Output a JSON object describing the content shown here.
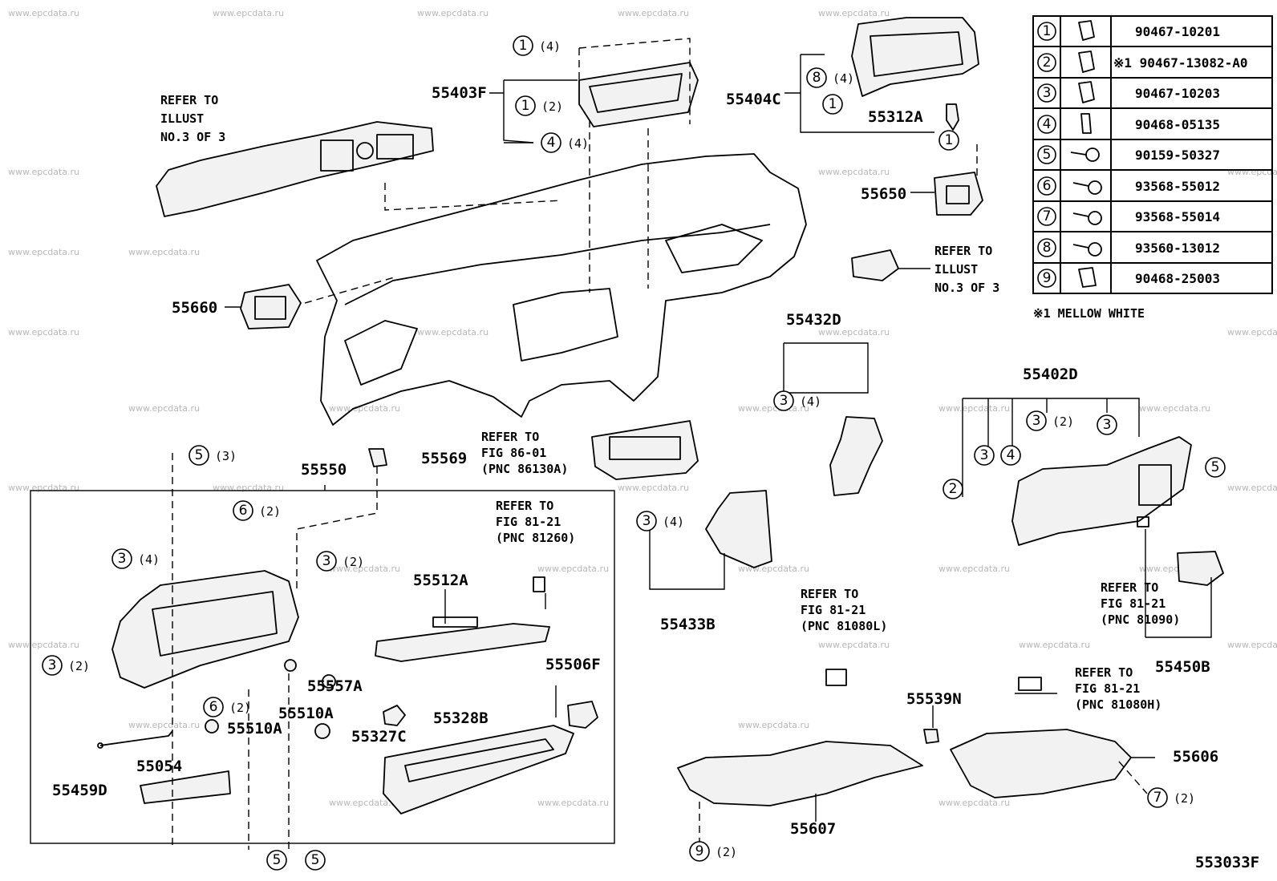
{
  "diagram_code": "553033F",
  "watermark": "www.epcdata.ru",
  "parts": {
    "p55403F": "55403F",
    "p55404C": "55404C",
    "p55312A": "55312A",
    "p55650": "55650",
    "p55660": "55660",
    "p55432D": "55432D",
    "p55402D": "55402D",
    "p55550": "55550",
    "p55569": "55569",
    "p55512A": "55512A",
    "p55557A": "55557A",
    "p55510A_1": "55510A",
    "p55510A_2": "55510A",
    "p55328B": "55328B",
    "p55327C": "55327C",
    "p55506F": "55506F",
    "p55054": "55054",
    "p55459D": "55459D",
    "p55433B": "55433B",
    "p55450B": "55450B",
    "p55539N": "55539N",
    "p55606": "55606",
    "p55607": "55607"
  },
  "refs": {
    "ref_illust_left": [
      "REFER TO",
      "ILLUST",
      "NO.3 OF 3"
    ],
    "ref_illust_right": [
      "REFER TO",
      "ILLUST",
      "NO.3 OF 3"
    ],
    "ref_86_01": [
      "REFER TO",
      "FIG 86-01",
      "(PNC 86130A)"
    ],
    "ref_81260": [
      "REFER TO",
      "FIG 81-21",
      "(PNC 81260)"
    ],
    "ref_81080L": [
      "REFER TO",
      "FIG 81-21",
      "(PNC 81080L)"
    ],
    "ref_81090": [
      "REFER TO",
      "FIG 81-21",
      "(PNC 81090)"
    ],
    "ref_81080H": [
      "REFER TO",
      "FIG 81-21",
      "(PNC 81080H)"
    ]
  },
  "callouts": [
    {
      "n": "1",
      "q": "(4)"
    },
    {
      "n": "1",
      "q": "(2)"
    },
    {
      "n": "4",
      "q": "(4)"
    },
    {
      "n": "8",
      "q": "(4)"
    },
    {
      "n": "1",
      "q": ""
    },
    {
      "n": "1",
      "q": ""
    },
    {
      "n": "3",
      "q": "(4)"
    },
    {
      "n": "3",
      "q": "(2)"
    },
    {
      "n": "3",
      "q": ""
    },
    {
      "n": "3",
      "q": ""
    },
    {
      "n": "4",
      "q": ""
    },
    {
      "n": "2",
      "q": ""
    },
    {
      "n": "5",
      "q": ""
    },
    {
      "n": "5",
      "q": "(3)"
    },
    {
      "n": "6",
      "q": "(2)"
    },
    {
      "n": "3",
      "q": "(4)"
    },
    {
      "n": "3",
      "q": "(2)"
    },
    {
      "n": "3",
      "q": "(2)"
    },
    {
      "n": "6",
      "q": "(2)"
    },
    {
      "n": "5",
      "q": ""
    },
    {
      "n": "5",
      "q": ""
    },
    {
      "n": "3",
      "q": "(4)"
    },
    {
      "n": "9",
      "q": "(2)"
    },
    {
      "n": "7",
      "q": "(2)"
    }
  ],
  "fastener_table": [
    {
      "n": "1",
      "part": "90467-10201"
    },
    {
      "n": "2",
      "part": "※1 90467-13082-A0"
    },
    {
      "n": "3",
      "part": "90467-10203"
    },
    {
      "n": "4",
      "part": "90468-05135"
    },
    {
      "n": "5",
      "part": "90159-50327"
    },
    {
      "n": "6",
      "part": "93568-55012"
    },
    {
      "n": "7",
      "part": "93568-55014"
    },
    {
      "n": "8",
      "part": "93560-13012"
    },
    {
      "n": "9",
      "part": "90468-25003"
    }
  ],
  "table_note": "※1 MELLOW WHITE"
}
